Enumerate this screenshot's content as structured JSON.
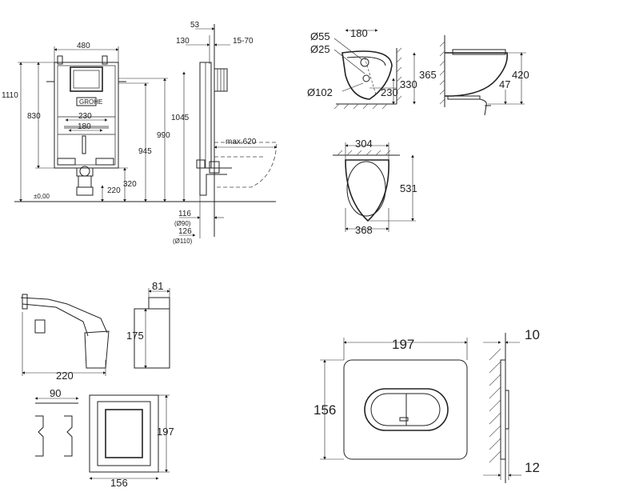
{
  "frame_front": {
    "width": "480",
    "height_total": "1110",
    "height_830": "830",
    "d230": "230",
    "d180": "180",
    "d945": "945",
    "d990": "990",
    "d1045": "1045",
    "d220": "220",
    "d320": "320",
    "zero": "±0,00"
  },
  "frame_side": {
    "d53": "53",
    "d130": "130",
    "d15_70": "15-70",
    "max620": "max.620",
    "d116": "116",
    "d90": "(Ø90)",
    "d126": "126",
    "d110": "(Ø110)"
  },
  "bowl_side": {
    "d55": "Ø55",
    "d25": "Ø25",
    "d180": "180",
    "d102": "Ø102",
    "d330": "330",
    "d365": "365",
    "d230": "230"
  },
  "bowl_profile": {
    "d420": "420",
    "d47": "47"
  },
  "bowl_top": {
    "d304": "304",
    "d531": "531",
    "d368": "368"
  },
  "accessories": {
    "d81": "81",
    "d175": "175",
    "d220": "220",
    "d90": "90",
    "d197": "197",
    "d156": "156"
  },
  "plate": {
    "width": "197",
    "height": "156",
    "depth_top": "10",
    "depth_bottom": "12"
  }
}
